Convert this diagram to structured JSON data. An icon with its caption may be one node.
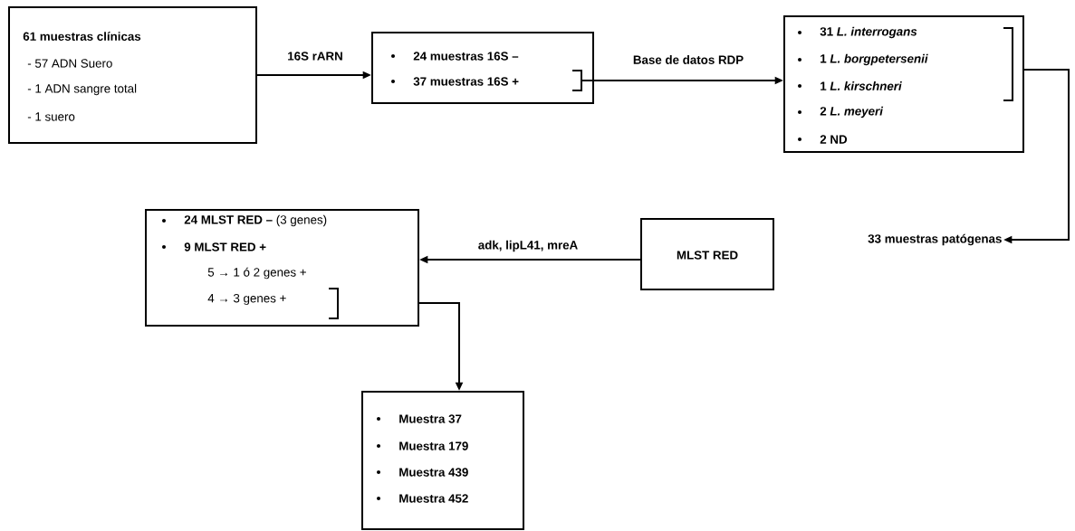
{
  "diagram": {
    "nodes": [
      {
        "text": [
          "61 muestras clínicas",
          "- 57 ADN Suero",
          "- 1 ADN sangre total",
          "- 1 suero"
        ]
      },
      {
        "text": [
          "24 muestras 16S –",
          "37 muestras 16S +"
        ]
      },
      {
        "text": [
          "31 *L. interrogans*",
          "1 *L. borgpetersenii*",
          "1 *L. kirschneri*",
          "2 *L. meyeri*",
          "2 ND"
        ]
      },
      {
        "text": [
          "33 muestras patógenas"
        ]
      },
      {
        "text": [
          "MLST RED"
        ]
      },
      {
        "text": [
          "**24 MLST RED –** (3 genes)",
          "9 MLST RED +",
          "5 → 1 ó 2 genes +",
          "4 → 3 genes +"
        ]
      },
      {
        "text": [
          "Muestra 37",
          "Muestra 179",
          "Muestra 439",
          "Muestra 452"
        ]
      }
    ],
    "edges": [
      {
        "from": 0,
        "to": 1,
        "arrow": "to",
        "label": "16S rARN"
      },
      {
        "from": 1,
        "to": 2,
        "arrow": "to",
        "label": "Base de datos RDP"
      },
      {
        "from": 2,
        "to": 3,
        "arrow": "to"
      },
      {
        "from": 4,
        "to": 5,
        "arrow": "to",
        "label": "adk, lipL41, mreA"
      },
      {
        "from": 5,
        "to": 6,
        "arrow": "to"
      }
    ]
  }
}
